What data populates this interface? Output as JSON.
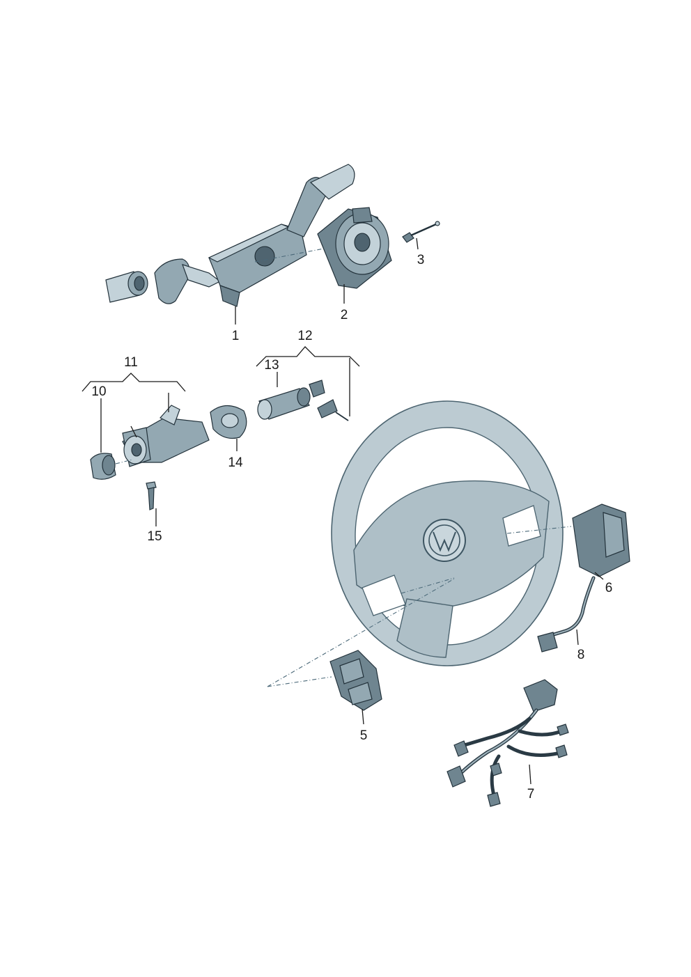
{
  "callouts": {
    "c1": "1",
    "c2": "2",
    "c3": "3",
    "c5": "5",
    "c6": "6",
    "c7": "7",
    "c8": "8",
    "c10": "10",
    "c11": "11",
    "c12": "12",
    "c13": "13",
    "c14": "14",
    "c15": "15"
  },
  "colors": {
    "part_fill": "#93a8b2",
    "part_outline": "#22313a",
    "wheel_fill": "#bccbd2",
    "leader_lines": "#1a1a1a"
  }
}
